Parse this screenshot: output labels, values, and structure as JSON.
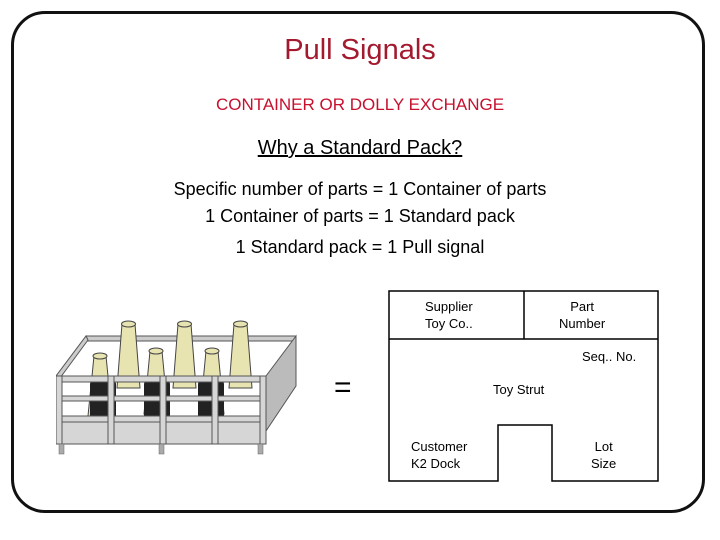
{
  "title": "Pull Signals",
  "subtitle": "CONTAINER OR DOLLY EXCHANGE",
  "question": "Why a Standard Pack?",
  "lines": [
    "Specific number of parts = 1 Container of parts",
    "1 Container of parts = 1 Standard pack",
    "1 Standard pack = 1 Pull signal"
  ],
  "equals": "=",
  "card": {
    "supplier": "Supplier\nToy Co..",
    "part_number": "Part\nNumber",
    "seq_no": "Seq.. No.",
    "item": "Toy Strut",
    "customer": "Customer\nK2 Dock",
    "lot_size": "Lot\nSize"
  },
  "colors": {
    "title": "#a3192e",
    "subtitle": "#c8102e",
    "container_fill": "#e8e4b2",
    "rack": "#c8c8c8"
  }
}
